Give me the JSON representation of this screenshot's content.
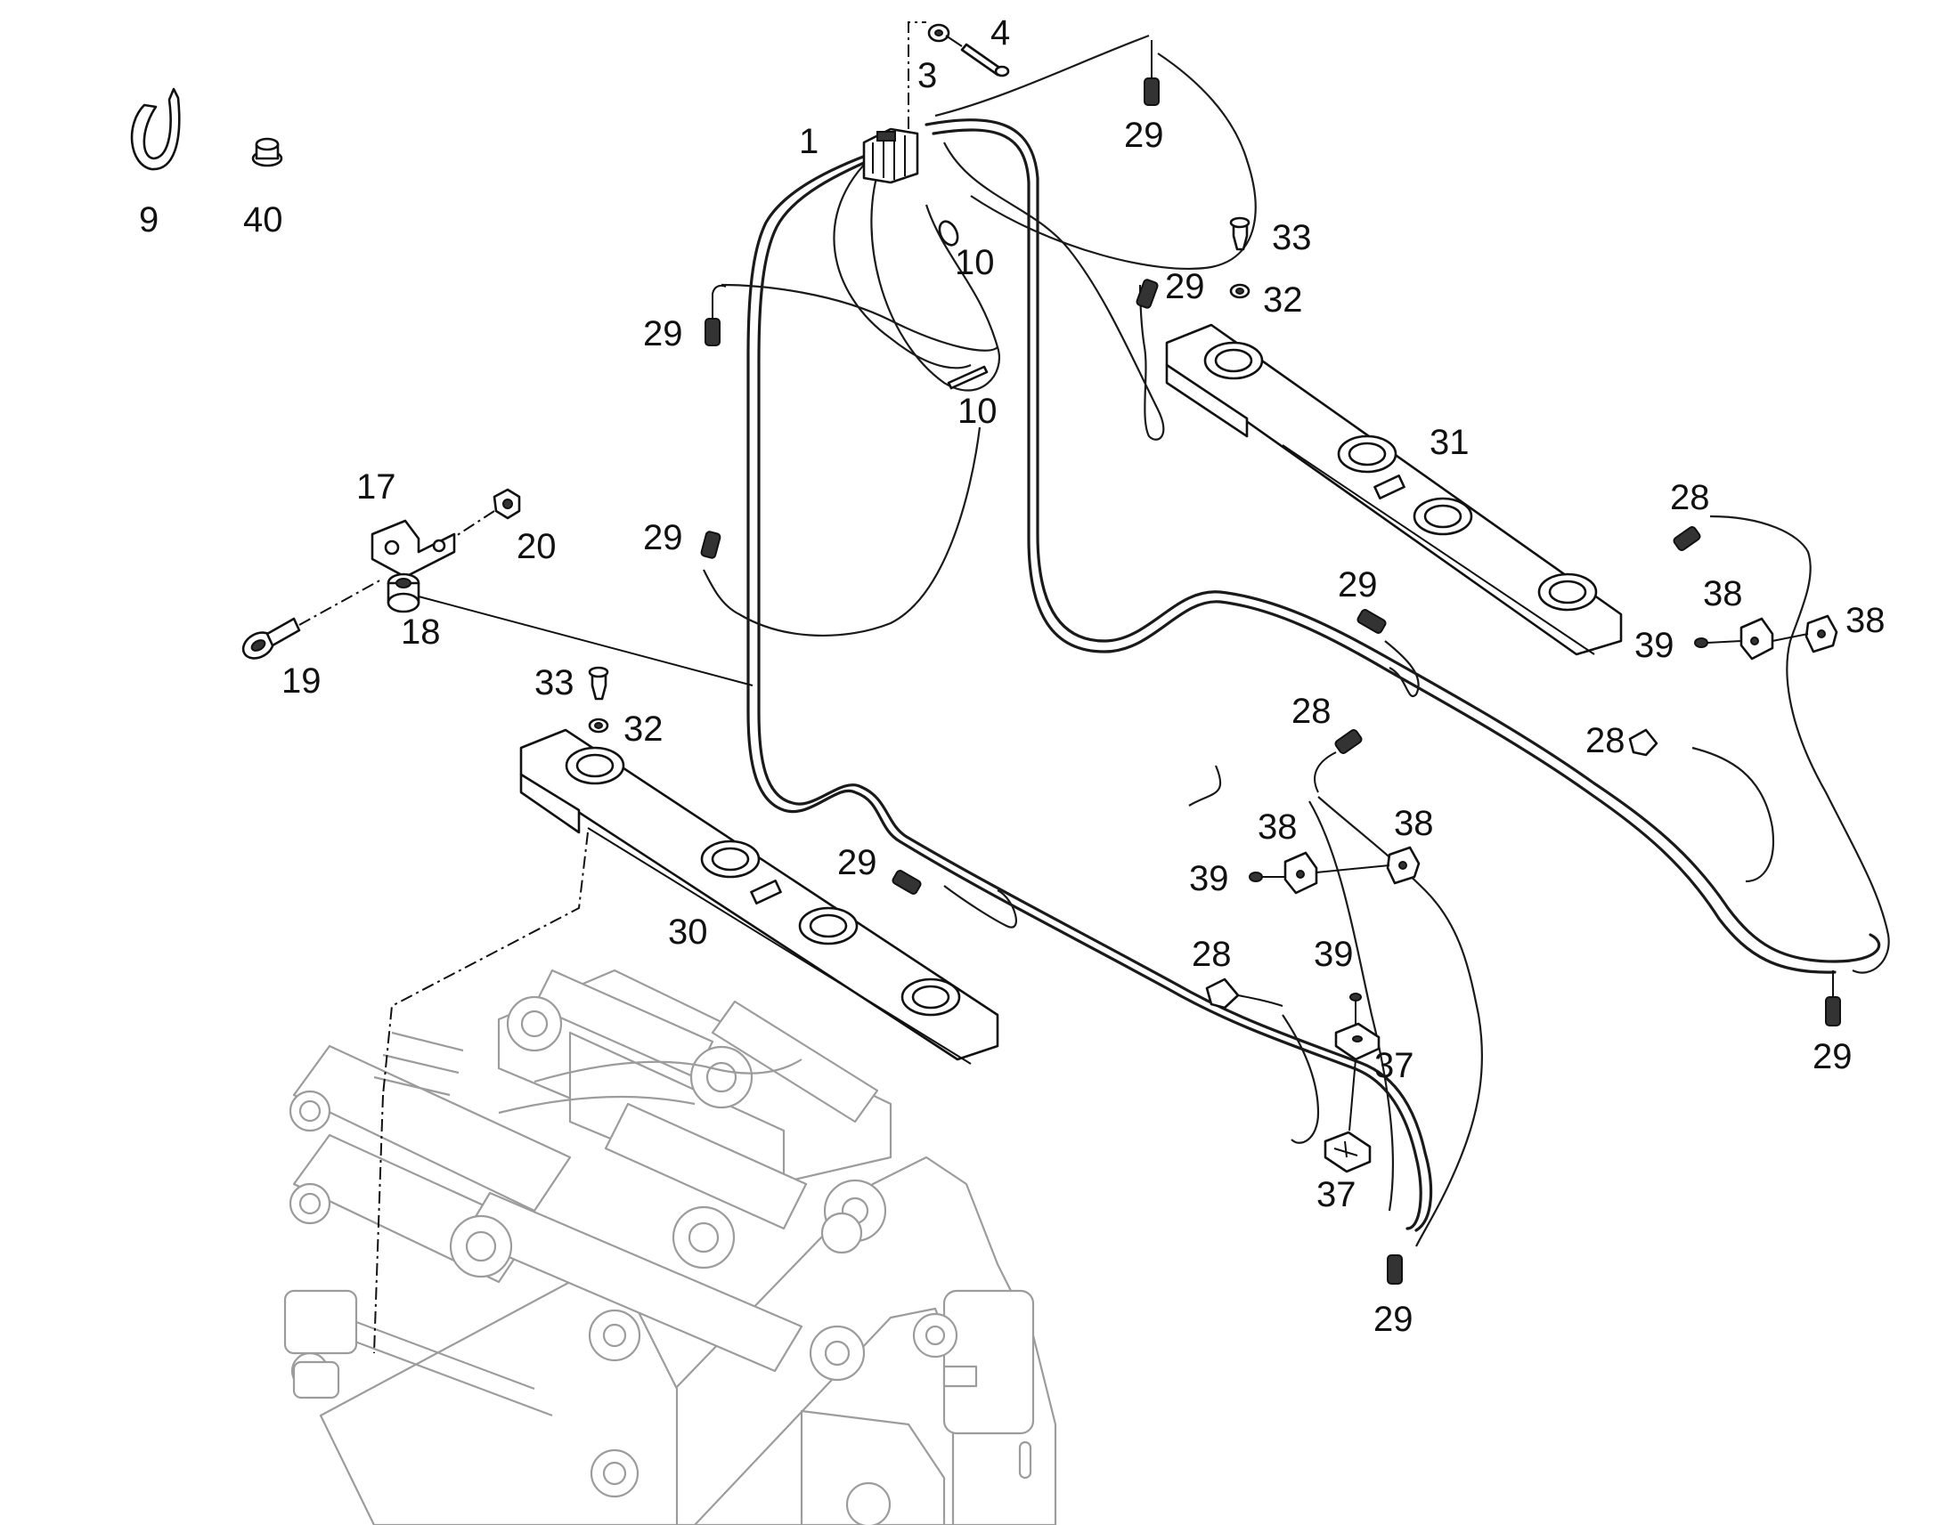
{
  "callouts": [
    {
      "id": "c1",
      "text": "1"
    },
    {
      "id": "c3",
      "text": "3"
    },
    {
      "id": "c4",
      "text": "4"
    },
    {
      "id": "c9",
      "text": "9"
    },
    {
      "id": "c40",
      "text": "40"
    },
    {
      "id": "c10a",
      "text": "10"
    },
    {
      "id": "c10b",
      "text": "10"
    },
    {
      "id": "c17",
      "text": "17"
    },
    {
      "id": "c18",
      "text": "18"
    },
    {
      "id": "c19",
      "text": "19"
    },
    {
      "id": "c20",
      "text": "20"
    },
    {
      "id": "c29a",
      "text": "29"
    },
    {
      "id": "c29b",
      "text": "29"
    },
    {
      "id": "c29c",
      "text": "29"
    },
    {
      "id": "c29d",
      "text": "29"
    },
    {
      "id": "c29e",
      "text": "29"
    },
    {
      "id": "c29f",
      "text": "29"
    },
    {
      "id": "c29g",
      "text": "29"
    },
    {
      "id": "c29h",
      "text": "29"
    },
    {
      "id": "c30",
      "text": "30"
    },
    {
      "id": "c31",
      "text": "31"
    },
    {
      "id": "c32a",
      "text": "32"
    },
    {
      "id": "c32b",
      "text": "32"
    },
    {
      "id": "c33a",
      "text": "33"
    },
    {
      "id": "c33b",
      "text": "33"
    },
    {
      "id": "c28a",
      "text": "28"
    },
    {
      "id": "c28b",
      "text": "28"
    },
    {
      "id": "c28c",
      "text": "28"
    },
    {
      "id": "c28d",
      "text": "28"
    },
    {
      "id": "c38a",
      "text": "38"
    },
    {
      "id": "c38b",
      "text": "38"
    },
    {
      "id": "c38c",
      "text": "38"
    },
    {
      "id": "c38d",
      "text": "38"
    },
    {
      "id": "c39a",
      "text": "39"
    },
    {
      "id": "c39b",
      "text": "39"
    },
    {
      "id": "c39c",
      "text": "39"
    },
    {
      "id": "c37a",
      "text": "37"
    },
    {
      "id": "c37b",
      "text": "37"
    }
  ]
}
